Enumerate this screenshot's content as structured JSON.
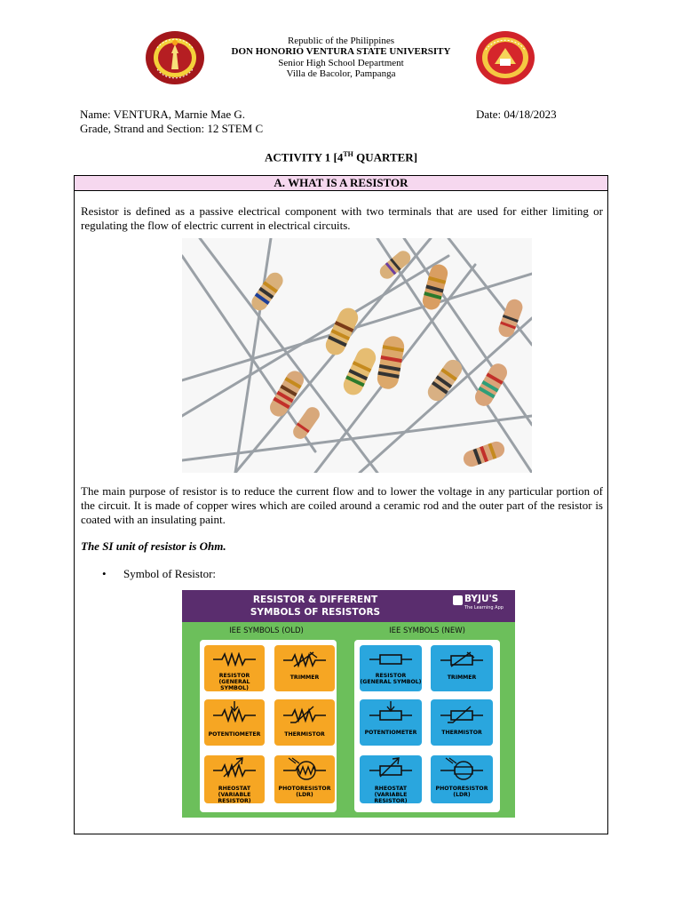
{
  "header": {
    "line1": "Republic of the Philippines",
    "line2": "DON HONORIO VENTURA STATE UNIVERSITY",
    "line3": "Senior High School Department",
    "line4": "Villa de Bacolor, Pampanga",
    "seal_left_text": "SENIOR HIGH SCHOOL · DHVTSU",
    "seal_right_text": "DON HONORIO VENTURA STATE UNIVERSITY"
  },
  "student": {
    "name": "Name: VENTURA, Marnie Mae G.",
    "grade": "Grade, Strand and Section: 12 STEM C",
    "date": "Date: 04/18/2023"
  },
  "activity": {
    "title_prefix": "ACTIVITY 1 [4",
    "title_sup": "TH",
    "title_suffix": " QUARTER]"
  },
  "section": {
    "heading": "A.  WHAT IS A RESISTOR",
    "para1": "Resistor is defined as a passive electrical component with two terminals that are used for either limiting or regulating the flow of electric current in electrical circuits.",
    "para2": "The main purpose of resistor is to reduce the current flow and to lower the voltage in any particular portion of the circuit. It is made of copper wires which are coiled around a ceramic rod and the outer part of the resistor is coated with an insulating paint.",
    "si_unit": "The SI unit of resistor is Ohm.",
    "bullet": "Symbol of Resistor:"
  },
  "infographic": {
    "title_line1": "RESISTOR & DIFFERENT",
    "title_line2": "SYMBOLS OF RESISTORS",
    "brand": "BYJU'S",
    "brand_sub": "The Learning App",
    "old_heading": "IEE SYMBOLS (OLD)",
    "new_heading": "IEE SYMBOLS (NEW)",
    "old_cards": [
      {
        "l1": "RESISTOR",
        "l2": "(GENERAL SYMBOL)"
      },
      {
        "l1": "TRIMMER",
        "l2": ""
      },
      {
        "l1": "POTENTIOMETER",
        "l2": ""
      },
      {
        "l1": "THERMISTOR",
        "l2": ""
      },
      {
        "l1": "RHEOSTAT",
        "l2": "(VARIABLE RESISTOR)"
      },
      {
        "l1": "PHOTORESISTOR",
        "l2": "(LDR)"
      }
    ],
    "new_cards": [
      {
        "l1": "RESISTOR",
        "l2": "(GENERAL SYMBOL)"
      },
      {
        "l1": "TRIMMER",
        "l2": ""
      },
      {
        "l1": "POTENTIOMETER",
        "l2": ""
      },
      {
        "l1": "THERMISTOR",
        "l2": ""
      },
      {
        "l1": "RHEOSTAT",
        "l2": "(VARIABLE RESISTOR)"
      },
      {
        "l1": "PHOTORESISTOR",
        "l2": "(LDR)"
      }
    ],
    "colors": {
      "header_bg": "#5a2d6e",
      "panel_bg": "#6cbf5b",
      "old_card": "#f6a623",
      "new_card": "#2aa6de"
    }
  }
}
